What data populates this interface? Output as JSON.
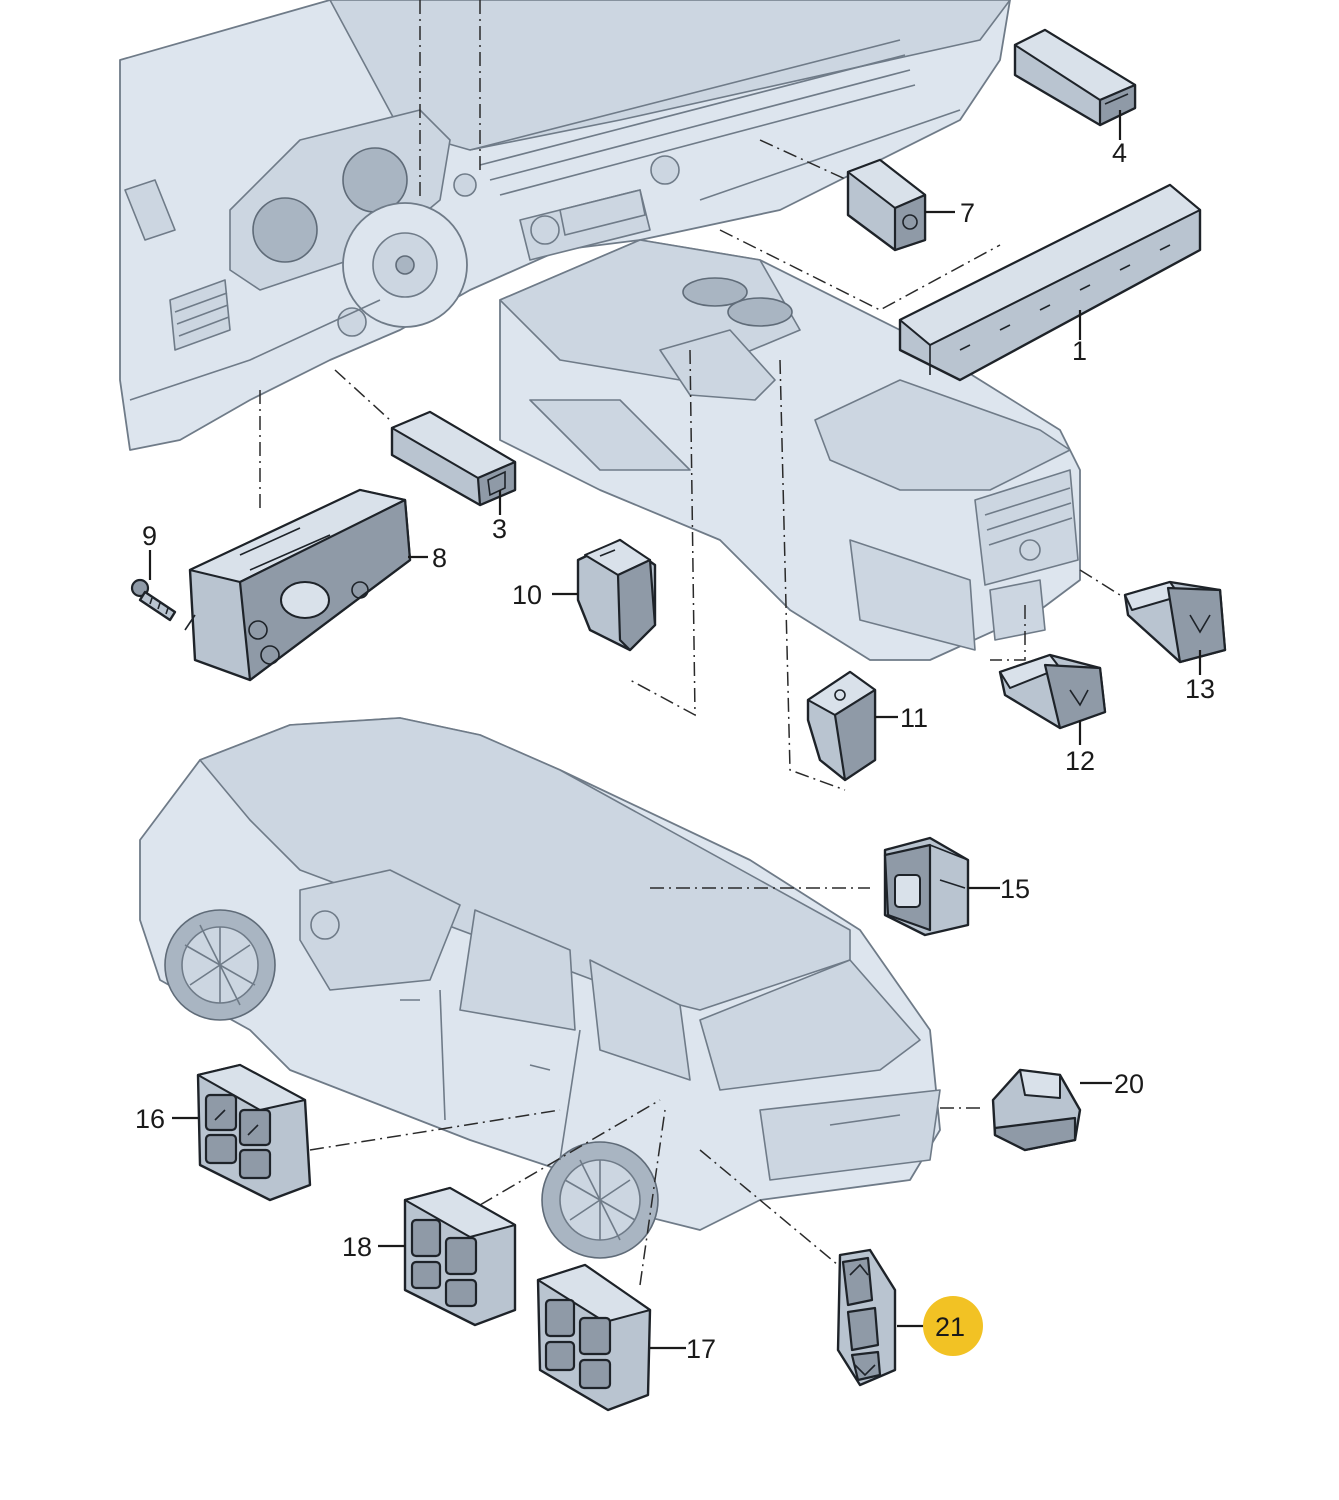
{
  "callouts": [
    {
      "label": "1"
    },
    {
      "label": "3"
    },
    {
      "label": "4"
    },
    {
      "label": "7"
    },
    {
      "label": "8"
    },
    {
      "label": "9"
    },
    {
      "label": "10"
    },
    {
      "label": "11"
    },
    {
      "label": "12"
    },
    {
      "label": "13"
    },
    {
      "label": "15"
    },
    {
      "label": "16"
    },
    {
      "label": "17"
    },
    {
      "label": "18"
    },
    {
      "label": "20"
    },
    {
      "label": "21"
    }
  ],
  "highlighted_callout": "21",
  "colors": {
    "highlight": "#f2c224",
    "part_fill": "#b9c4d0",
    "ghost_fill": "#dde5ee",
    "outline": "#1e2329"
  },
  "icons": [
    "dashboard-illustration",
    "center-console-illustration",
    "suv-car-illustration",
    "switch-module-icon"
  ]
}
